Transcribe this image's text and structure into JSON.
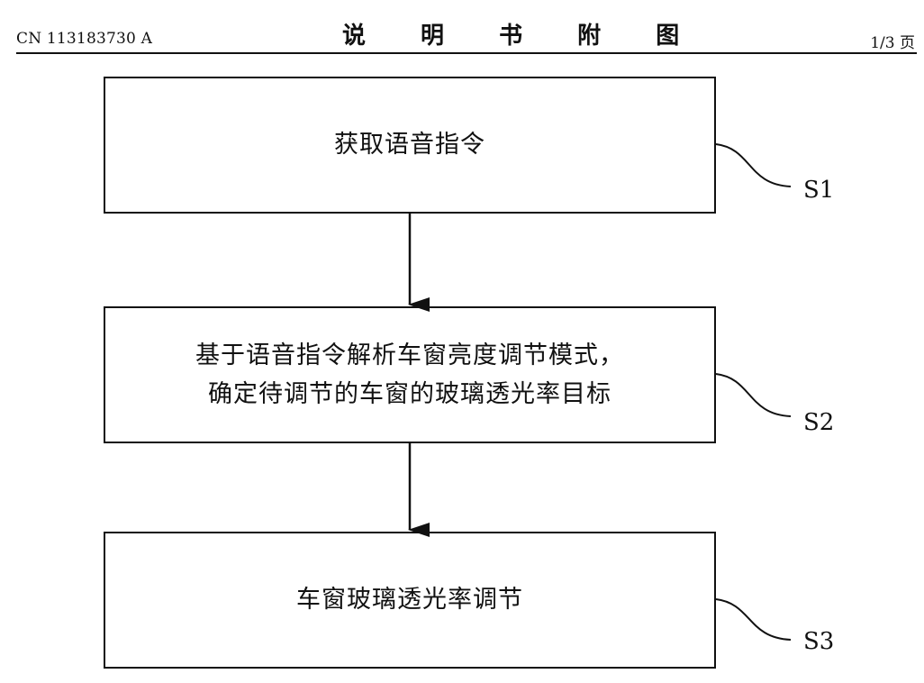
{
  "header": {
    "doc_number": "CN 113183730 A",
    "title": "说 明 书 附 图",
    "page": "1/3 页"
  },
  "steps": [
    {
      "id": "S1",
      "lines": [
        "获取语音指令"
      ]
    },
    {
      "id": "S2",
      "lines": [
        "基于语音指令解析车窗亮度调节模式，",
        "确定待调节的车窗的玻璃透光率目标"
      ]
    },
    {
      "id": "S3",
      "lines": [
        "车窗玻璃透光率调节"
      ]
    }
  ]
}
